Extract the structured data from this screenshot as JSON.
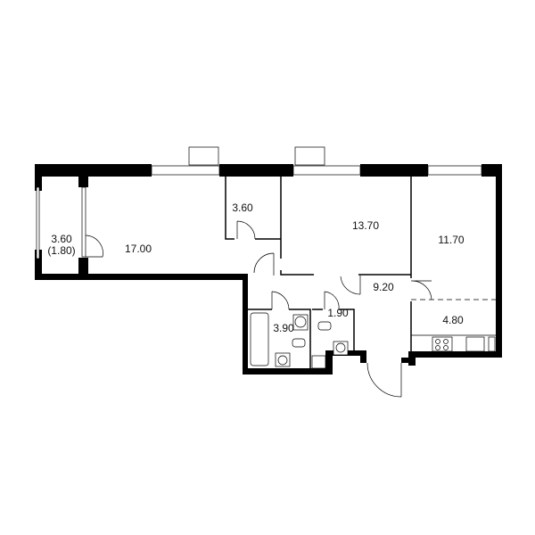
{
  "plan": {
    "colors": {
      "wall": "#000000",
      "background": "#ffffff"
    },
    "rooms": [
      {
        "id": "balcony",
        "area": "3.60",
        "sub_area": "(1.80)"
      },
      {
        "id": "living-room",
        "area": "17.00"
      },
      {
        "id": "storage",
        "area": "3.60"
      },
      {
        "id": "bedroom-1",
        "area": "13.70"
      },
      {
        "id": "bedroom-2",
        "area": "11.70"
      },
      {
        "id": "hallway",
        "area": "9.20"
      },
      {
        "id": "kitchen",
        "area": "4.80"
      },
      {
        "id": "toilet",
        "area": "1.90"
      },
      {
        "id": "bathroom",
        "area": "3.90"
      }
    ]
  }
}
